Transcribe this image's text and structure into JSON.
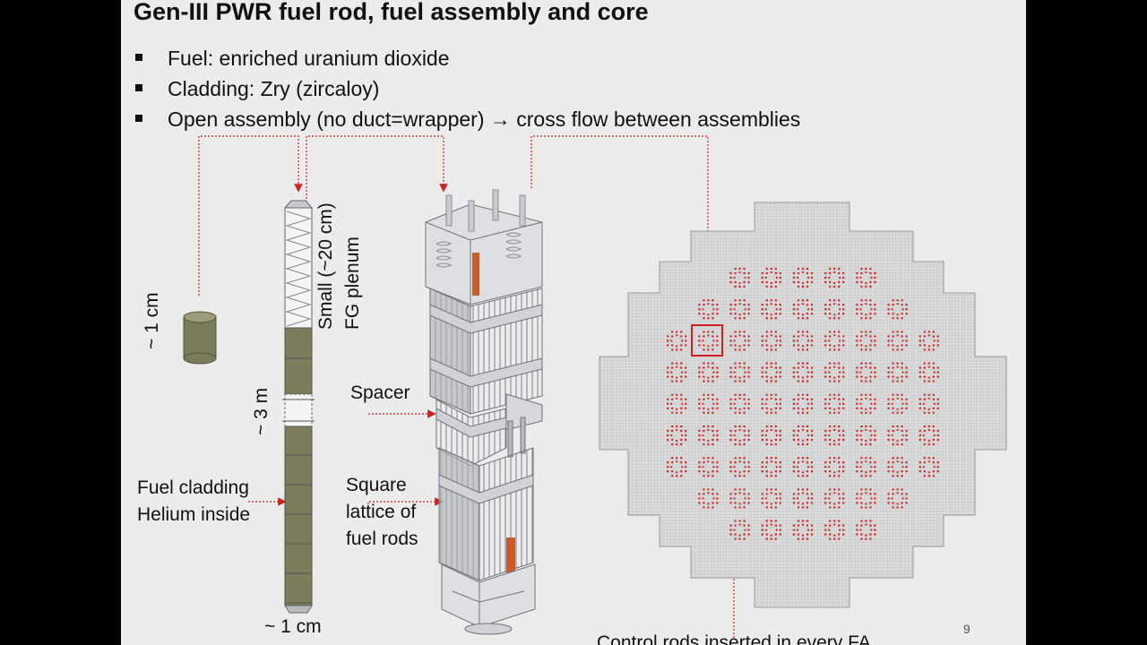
{
  "slide": {
    "title": "Gen-III PWR fuel rod, fuel assembly and core",
    "bullets": [
      "Fuel: enriched uranium dioxide",
      "Cladding: Zry (zircaloy)",
      "Open assembly (no duct=wrapper) → cross flow between assemblies"
    ],
    "page_number": "9"
  },
  "fuel_rod": {
    "pellet_label": "~ 1 cm",
    "plenum_label_line1": "Small (~20 cm)",
    "plenum_label_line2": "FG plenum",
    "length_label": "~ 3 m",
    "cladding_label_line1": "Fuel cladding",
    "cladding_label_line2": "Helium inside",
    "diameter_label": "~ 1 cm"
  },
  "fuel_assembly": {
    "spacer_label": "Spacer",
    "lattice_label_line1": "Square",
    "lattice_label_line2": "lattice of",
    "lattice_label_line3": "fuel rods"
  },
  "core": {
    "control_rods_label": "Control rods inserted in every FA"
  },
  "colors": {
    "accent": "#cc2222",
    "fuel": "#7c7c5a",
    "metal": "#b7bcc2",
    "core": "#dadada"
  }
}
